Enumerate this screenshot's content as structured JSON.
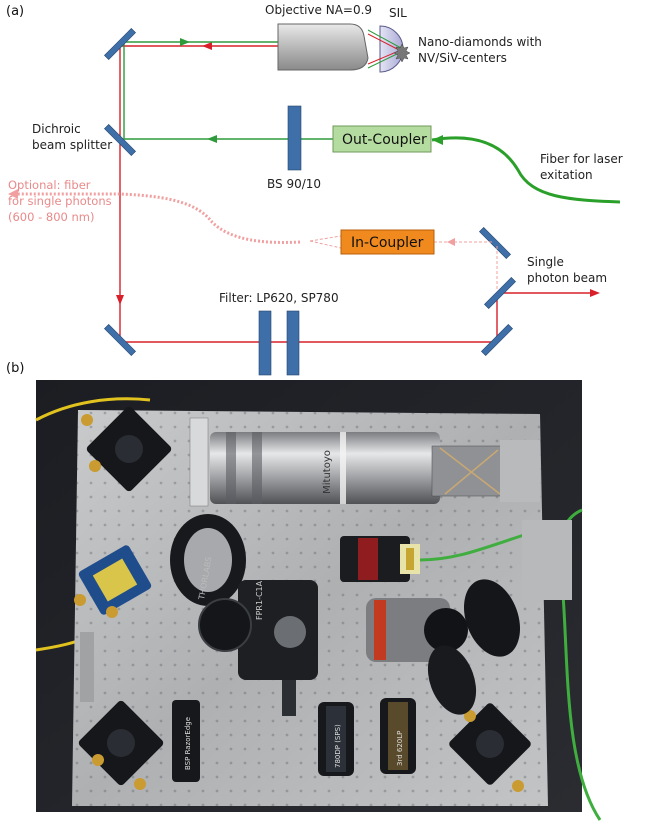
{
  "panel_a": {
    "label": "(a)",
    "objective": "Objective NA=0.9",
    "sil": "SIL",
    "nano_line1": "Nano-diamonds with",
    "nano_line2": "NV/SiV-centers",
    "dichroic_line1": "Dichroic",
    "dichroic_line2": "beam splitter",
    "out_coupler": "Out-Coupler",
    "bs": "BS 90/10",
    "fiber_laser_line1": "Fiber for laser",
    "fiber_laser_line2": "exitation",
    "optional_line1": "Optional: fiber",
    "optional_line2": "for single photons",
    "optional_line3": "(600 - 800 nm)",
    "in_coupler": "In-Coupler",
    "single_line1": "Single",
    "single_line2": "photon beam",
    "filter": "Filter: LP620, SP780"
  },
  "panel_b": {
    "label": "(b)",
    "photo_labels": {
      "objective_brand": "Mitutoyo",
      "mount_model": "FPR1-C1A",
      "thorlabs": "THORLABS",
      "filter1": "BSP RazorEdge",
      "filter2": "780DP (SPS)",
      "filter3": "3rd 620LP"
    }
  },
  "colors": {
    "red_beam": "#d9202a",
    "green_beam": "#2e9a3a",
    "fiber_green": "#2aa02a",
    "mirror_blue": "#3f6fa8",
    "out_coupler_fill": "#b5dca0",
    "in_coupler_fill": "#f08a1e",
    "optional_pink": "#f0a0a0"
  }
}
